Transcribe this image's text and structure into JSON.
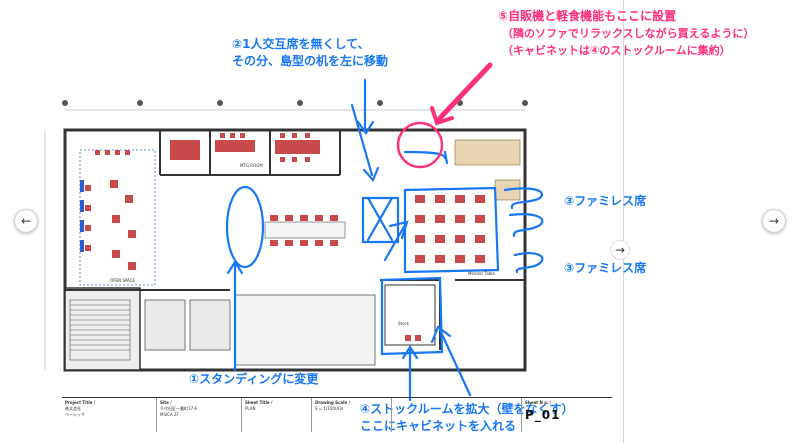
{
  "annotations": {
    "note1": "①スタンディングに変更",
    "note2_line1": "②1人交互席を無くして、",
    "note2_line2": "その分、島型の机を左に移動",
    "note3a": "③ファミレス席",
    "note3b": "③ファミレス席",
    "note4_line1": "④ストックルームを拡大（壁をなくす）",
    "note4_line2": "ここにキャビネットを入れる",
    "note5_line1": "⑤自販機と軽食機能もここに設置",
    "note5_line2": "（隣のソファでリラックスしながら買えるように）",
    "note5_line3": "（キャビネットは④のストックルームに集約）"
  },
  "nav": {
    "prev": "←",
    "next": "→",
    "inner_next": "→"
  },
  "plan_labels": {
    "open_space": "OPEN SPACE",
    "mtg_room": "MTG ROOM",
    "stock": "Stock",
    "monitor_table": "Monitor Table"
  },
  "titleblock": {
    "project_title_label": "Project Title /",
    "project_title": "株式会社\nベーシック",
    "site_label": "Site /",
    "site": "千代田区一番町17-6\nMSICA 2F",
    "sheet_title_label": "Sheet Title /",
    "sheet_title": "PLAN",
    "drawing_scale_label": "Drawing Scale /",
    "drawing_scale": "S = 1/100(A3)",
    "sheet_no_label": "Sheet N o. /",
    "sheet_no": "P_01"
  },
  "colors": {
    "annotation_blue": "#1877f2",
    "annotation_pink": "#ff2f7d",
    "furniture_red": "#c94a4a",
    "wall": "#333333"
  }
}
